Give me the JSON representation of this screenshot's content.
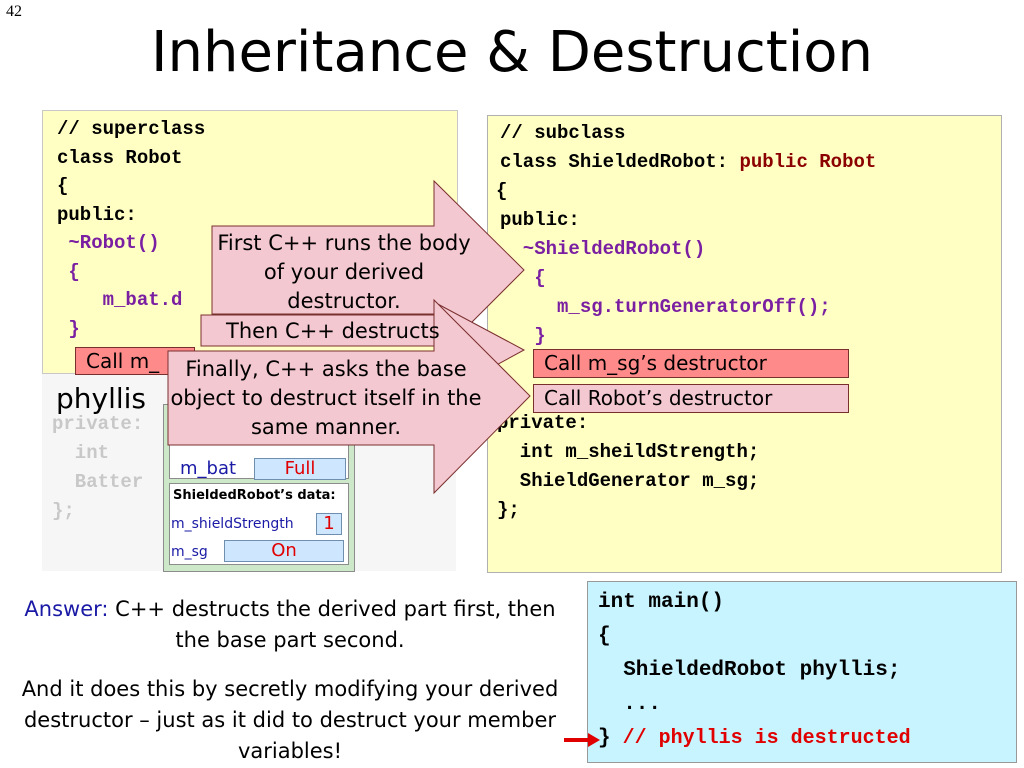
{
  "slide": {
    "page_number": "42",
    "title": "Inheritance & Destruction"
  },
  "superclass": {
    "lines": [
      "// superclass",
      "class Robot",
      "{",
      "public:",
      " ~Robot()",
      " {",
      "    m_bat.d",
      " }"
    ],
    "callout": "Call m_"
  },
  "subclass": {
    "comment": "// subclass",
    "class_decl": "class ShieldedRobot: ",
    "class_base": "public Robot",
    "open_brace": "{",
    "public_label": "public:",
    "destructor": "  ~ShieldedRobot()",
    "inner_open": "   {",
    "body": "     m_sg.turnGeneratorOff();",
    "inner_close": "   }",
    "callout_sg": "Call m_sg’s destructor",
    "callout_robot": "Call Robot’s destructor",
    "private_label": "private:",
    "member1": "  int m_sheildStrength;",
    "member2": "  ShieldGenerator m_sg;",
    "close": "};"
  },
  "grey_code": [
    "private:",
    "  int",
    "  Batter",
    "};"
  ],
  "object": {
    "name": "phyllis",
    "bat_label": "m_bat",
    "bat_value": "Full",
    "shielded_header": "ShieldedRobot’s data:",
    "strength_label": "m_shieldStrength",
    "strength_value": "1",
    "sg_label": "m_sg",
    "sg_value": "On"
  },
  "arrows": {
    "first": "First C++ runs the body of your derived destructor.",
    "then": "Then C++ destructs",
    "finally": "Finally, C++ asks the base object to destruct itself in the same manner."
  },
  "main": {
    "line1": "int main()",
    "line2": "{",
    "line3": "  ShieldedRobot phyllis;",
    "line4": "  ...",
    "line5": "}",
    "comment": " // phyllis is destructed"
  },
  "answer": {
    "label": "Answer:",
    "text": " C++ destructs the derived part first, then the base part second.",
    "note": "And it does this by secretly modifying your derived destructor – just as it did to destruct your member variables!"
  },
  "colors": {
    "code_bg": "#ffffc4",
    "main_bg": "#c8f4ff",
    "callout_red": "#ff8a8a",
    "arrow_pink": "#f4c8d0",
    "keyword_purple": "#7a1fa2",
    "base_maroon": "#8b0000",
    "comment_red": "#e00000"
  }
}
